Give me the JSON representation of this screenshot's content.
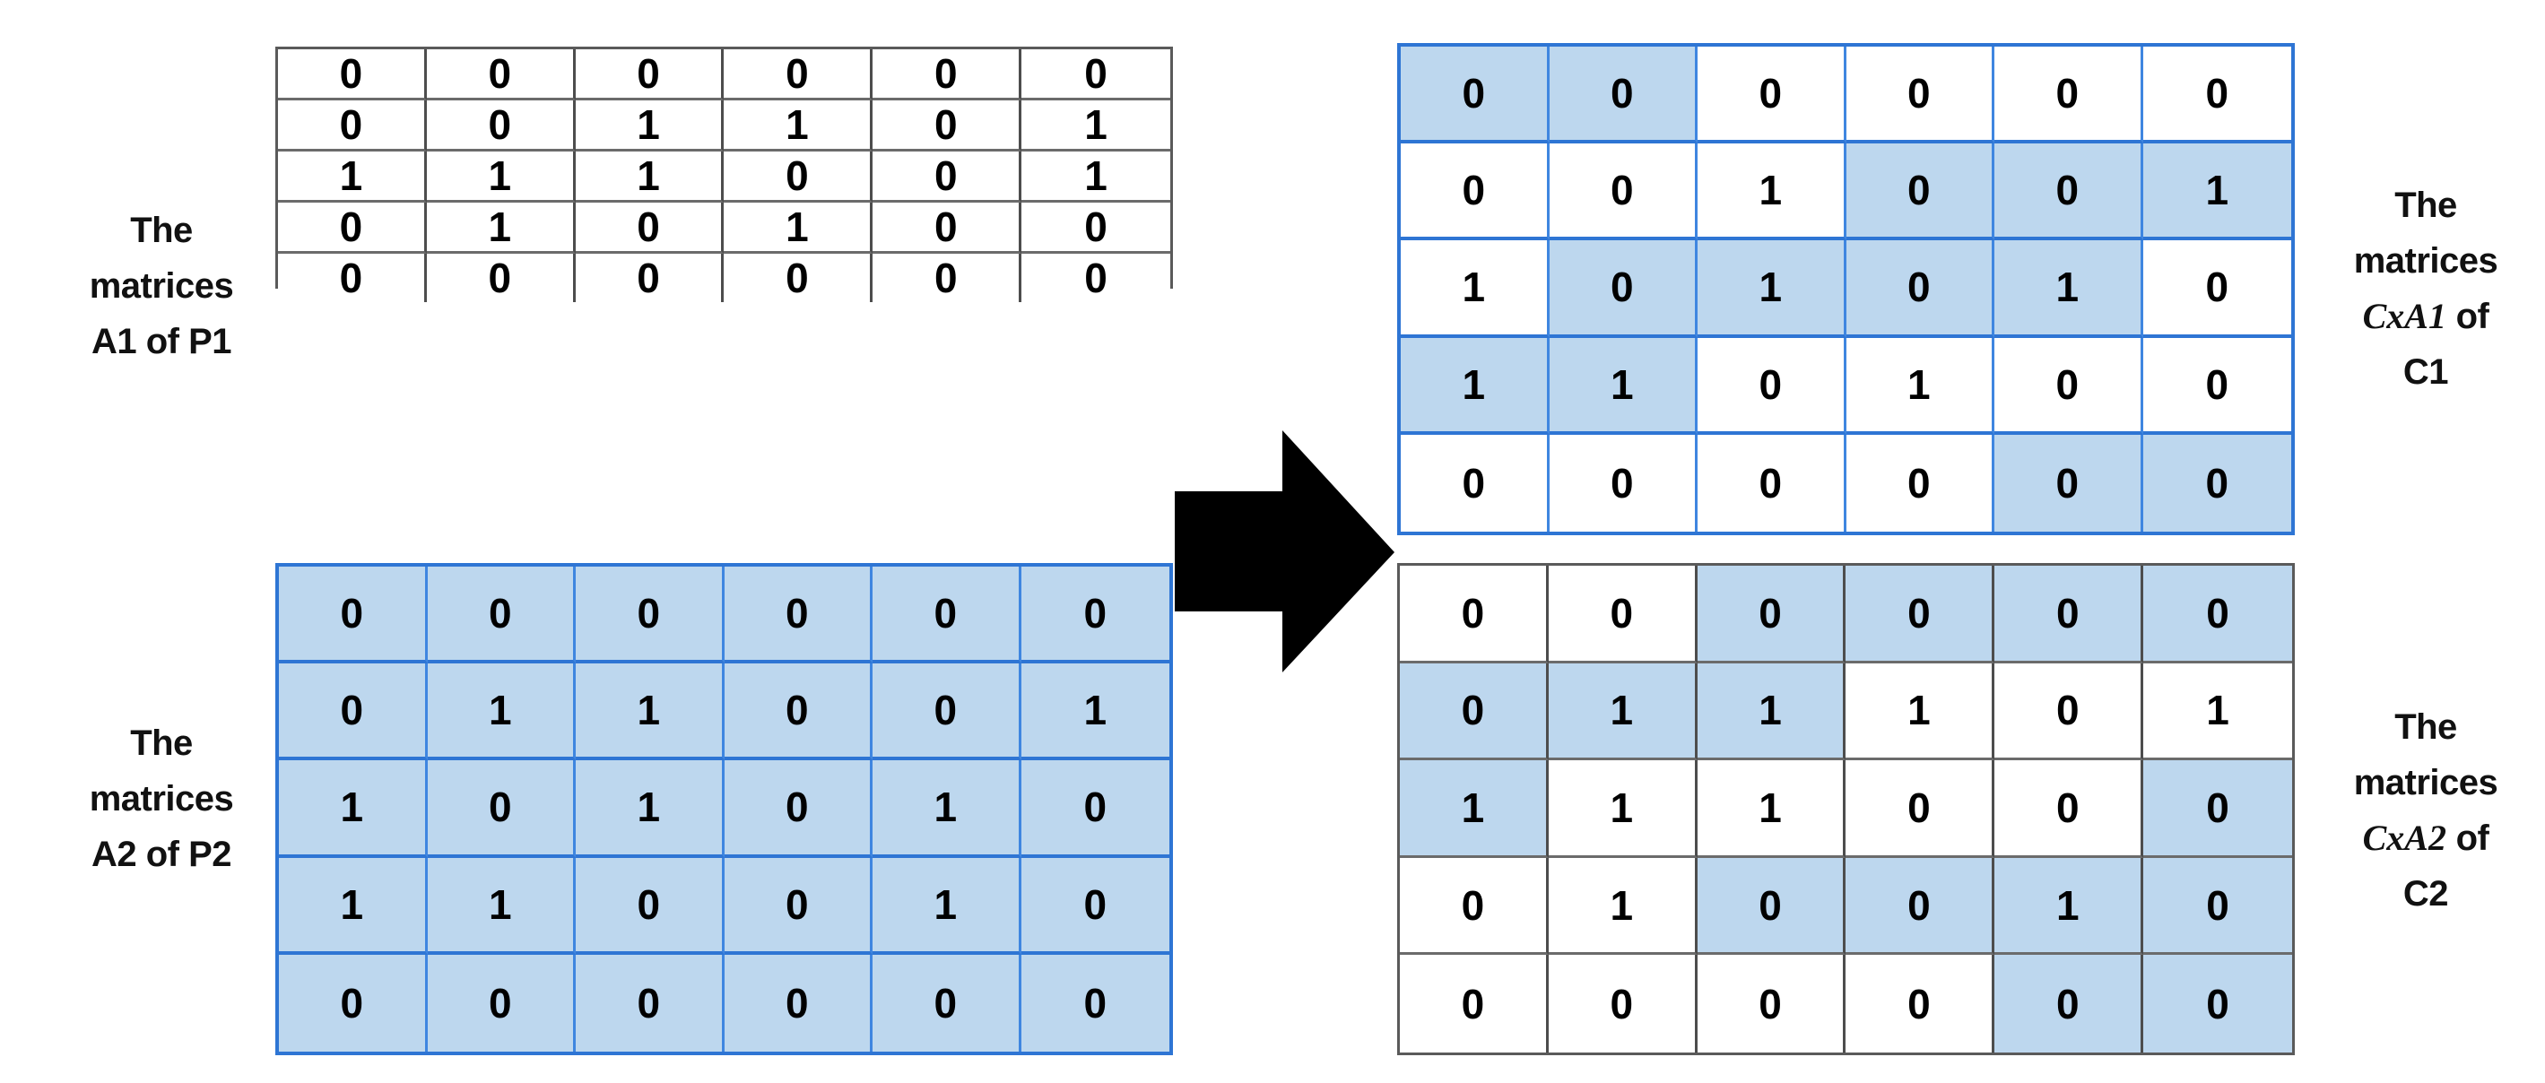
{
  "diagram": {
    "title_present": false,
    "colors": {
      "highlight_fill": "#BDD7EE",
      "blue_border": "#2E75D4",
      "dark_border": "#5A5A5A",
      "arrow_fill": "#000000",
      "text": "#000000",
      "background": "#FFFFFF"
    },
    "arrow": {
      "name": "right-block-arrow",
      "direction": "right"
    }
  },
  "labels": {
    "left_top": {
      "line1": "The",
      "line2": "matrices",
      "line3": "A1 of P1"
    },
    "left_bottom": {
      "line1": "The",
      "line2": "matrices",
      "line3": "A2 of P2"
    },
    "right_top": {
      "line1": "The",
      "line2": "matrices",
      "line3_math": "CxA1",
      "line3_rest": " of",
      "line4": "C1"
    },
    "right_bottom": {
      "line1": "The",
      "line2": "matrices",
      "line3_math": "CxA2",
      "line3_rest": " of",
      "line4": "C2"
    }
  },
  "matrices": {
    "a1_of_p1": {
      "name": "A1 of P1",
      "rows": 5,
      "cols": 6,
      "border_style": "dark",
      "values": [
        [
          0,
          0,
          0,
          0,
          0,
          0
        ],
        [
          0,
          0,
          1,
          1,
          0,
          1
        ],
        [
          1,
          1,
          1,
          0,
          0,
          1
        ],
        [
          0,
          1,
          0,
          1,
          0,
          0
        ],
        [
          0,
          0,
          0,
          0,
          0,
          0
        ]
      ],
      "highlight": [
        [
          0,
          0,
          0,
          0,
          0,
          0
        ],
        [
          0,
          0,
          0,
          0,
          0,
          0
        ],
        [
          0,
          0,
          0,
          0,
          0,
          0
        ],
        [
          0,
          0,
          0,
          0,
          0,
          0
        ],
        [
          0,
          0,
          0,
          0,
          0,
          0
        ]
      ]
    },
    "a2_of_p2": {
      "name": "A2 of P2",
      "rows": 5,
      "cols": 6,
      "border_style": "blue",
      "values": [
        [
          0,
          0,
          0,
          0,
          0,
          0
        ],
        [
          0,
          1,
          1,
          0,
          0,
          1
        ],
        [
          1,
          0,
          1,
          0,
          1,
          0
        ],
        [
          1,
          1,
          0,
          0,
          1,
          0
        ],
        [
          0,
          0,
          0,
          0,
          0,
          0
        ]
      ],
      "highlight": [
        [
          1,
          1,
          1,
          1,
          1,
          1
        ],
        [
          1,
          1,
          1,
          1,
          1,
          1
        ],
        [
          1,
          1,
          1,
          1,
          1,
          1
        ],
        [
          1,
          1,
          1,
          1,
          1,
          1
        ],
        [
          1,
          1,
          1,
          1,
          1,
          1
        ]
      ]
    },
    "cxa1_of_c1": {
      "name": "CxA1 of C1",
      "rows": 5,
      "cols": 6,
      "border_style": "blue",
      "values": [
        [
          0,
          0,
          0,
          0,
          0,
          0
        ],
        [
          0,
          0,
          1,
          0,
          0,
          1
        ],
        [
          1,
          0,
          1,
          0,
          1,
          0
        ],
        [
          1,
          1,
          0,
          1,
          0,
          0
        ],
        [
          0,
          0,
          0,
          0,
          0,
          0
        ]
      ],
      "highlight": [
        [
          1,
          1,
          0,
          0,
          0,
          0
        ],
        [
          0,
          0,
          0,
          1,
          1,
          1
        ],
        [
          0,
          1,
          1,
          1,
          1,
          0
        ],
        [
          1,
          1,
          0,
          0,
          0,
          0
        ],
        [
          0,
          0,
          0,
          0,
          1,
          1
        ]
      ]
    },
    "cxa2_of_c2": {
      "name": "CxA2 of C2",
      "rows": 5,
      "cols": 6,
      "border_style": "dark",
      "values": [
        [
          0,
          0,
          0,
          0,
          0,
          0
        ],
        [
          0,
          1,
          1,
          1,
          0,
          1
        ],
        [
          1,
          1,
          1,
          0,
          0,
          0
        ],
        [
          0,
          1,
          0,
          0,
          1,
          0
        ],
        [
          0,
          0,
          0,
          0,
          0,
          0
        ]
      ],
      "highlight": [
        [
          0,
          0,
          1,
          1,
          1,
          1
        ],
        [
          1,
          1,
          1,
          0,
          0,
          0
        ],
        [
          1,
          0,
          0,
          0,
          0,
          1
        ],
        [
          0,
          0,
          1,
          1,
          1,
          1
        ],
        [
          0,
          0,
          0,
          0,
          1,
          1
        ]
      ]
    }
  }
}
